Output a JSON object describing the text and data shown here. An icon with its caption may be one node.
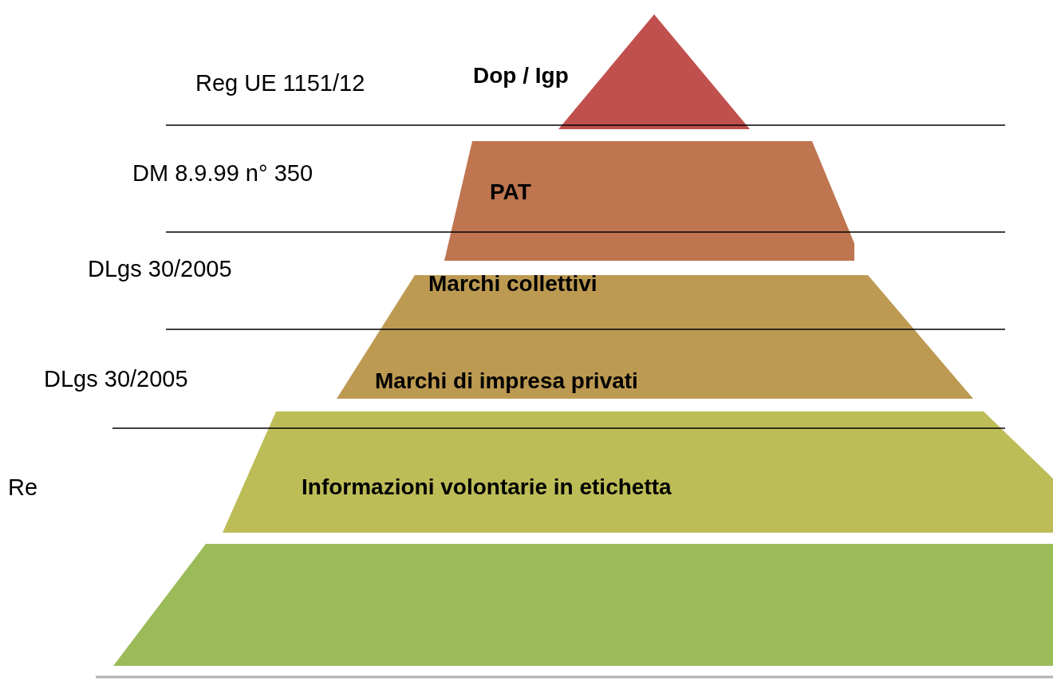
{
  "diagram": {
    "nodes": [
      {
        "text": [
          "Dop / Igp"
        ]
      },
      {
        "text": [
          "PAT"
        ]
      },
      {
        "text": [
          "Marchi collettivi",
          "Marchi di impresa privati"
        ]
      },
      {
        "text": [
          "Informazioni volontarie in etichetta"
        ]
      },
      {
        "text": [],
        "shape": "box"
      }
    ],
    "labels": [
      "Reg UE 1151/12",
      "DM 8.9.99 n° 350",
      "DLgs 30/2005",
      "DLgs 30/2005",
      "Re"
    ]
  }
}
